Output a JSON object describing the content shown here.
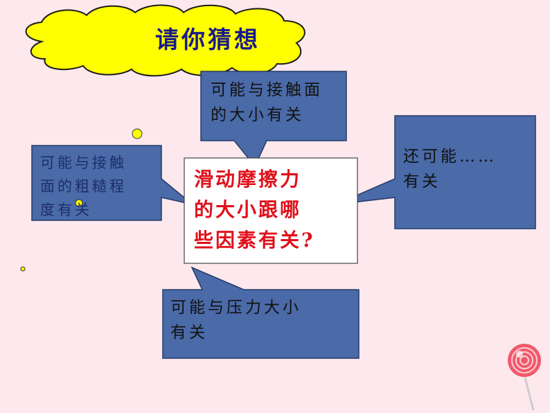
{
  "title": "请你猜想",
  "question": {
    "line1": "滑动摩擦力",
    "line2": "的大小跟哪",
    "line3": "些因素有关?"
  },
  "callouts": {
    "top": {
      "line1": "可能与接触面",
      "line2": "的大小有关"
    },
    "left": {
      "line1": "可能与接触",
      "line2": "面的粗糙程",
      "line3": "度有关"
    },
    "right": {
      "line1": "还可能……",
      "line2": "有关"
    },
    "bottom": {
      "line1": "可能与压力大小",
      "line2": "有关"
    }
  },
  "colors": {
    "background": "#fde8ee",
    "cloud": "#ffff00",
    "callout": "#4a6aa8",
    "question_text": "#e0101a",
    "title_text": "#1a1a8a"
  },
  "icons": [
    "cloud-shape",
    "lollipop-icon",
    "yellow-dot"
  ]
}
